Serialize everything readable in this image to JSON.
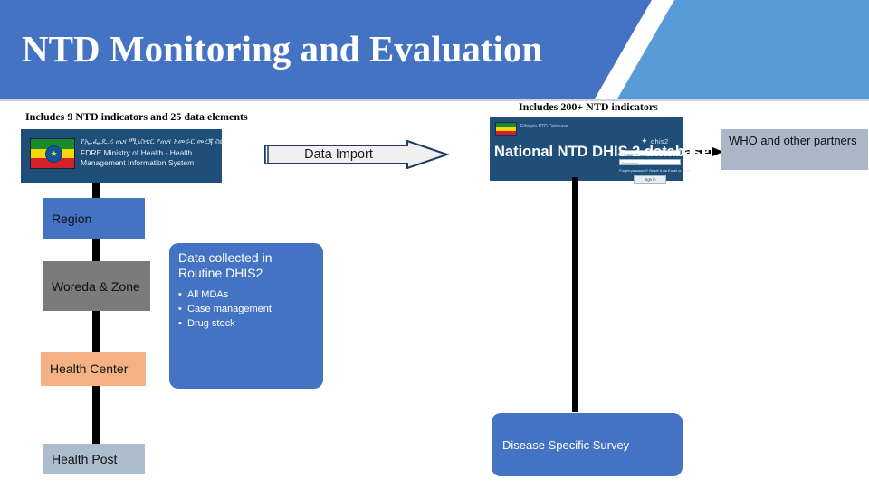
{
  "slide": {
    "title": "NTD Monitoring and Evaluation"
  },
  "captions": {
    "left": "Includes 9 NTD indicators and 25 data elements",
    "right": "Includes 200+ NTD indicators"
  },
  "hmis": {
    "amharic": "የኢ.ፌ.ዴ.ሪ ጤና ሚኒስቴር የጤና አመራር መረጃ ስርዓት",
    "english": "FDRE Ministry of Health - Health Management Information System",
    "flag_icon": "ethiopia-flag-icon",
    "star_glyph": "★"
  },
  "arrow_import": {
    "label": "Data Import",
    "fill": "#f0f0f0",
    "stroke": "#1f3864"
  },
  "dhis": {
    "mini_title": "Ethiopia NTD Database",
    "logo_word": "dhis2",
    "logo_mark": "✦",
    "overlay_title": "National NTD DHIS 2 database",
    "username_placeholder": "Username",
    "password_placeholder": "Password",
    "remember_label": "Forget password? Reset it via Email or SMS",
    "signin_label": "Sign in"
  },
  "who": {
    "label": "WHO and other partners",
    "fill": "#aab7c8"
  },
  "hierarchy": [
    {
      "label": "Region",
      "color": "#4573c4"
    },
    {
      "label": "Woreda & Zone",
      "color": "#7b7b7b"
    },
    {
      "label": "Health Center",
      "color": "#f4b183"
    },
    {
      "label": "Health Post",
      "color": "#aebcd0"
    }
  ],
  "routine_card": {
    "title": "Data collected in Routine DHIS2",
    "bullets": [
      "All MDAs",
      "Case management",
      "Drug stock"
    ]
  },
  "survey_card": {
    "label": "Disease Specific Survey"
  },
  "colors": {
    "header_dark_blue": "#4573c4",
    "header_light_blue": "#589bd9",
    "navy_card": "#1f4e79",
    "connector_black": "#000000"
  }
}
